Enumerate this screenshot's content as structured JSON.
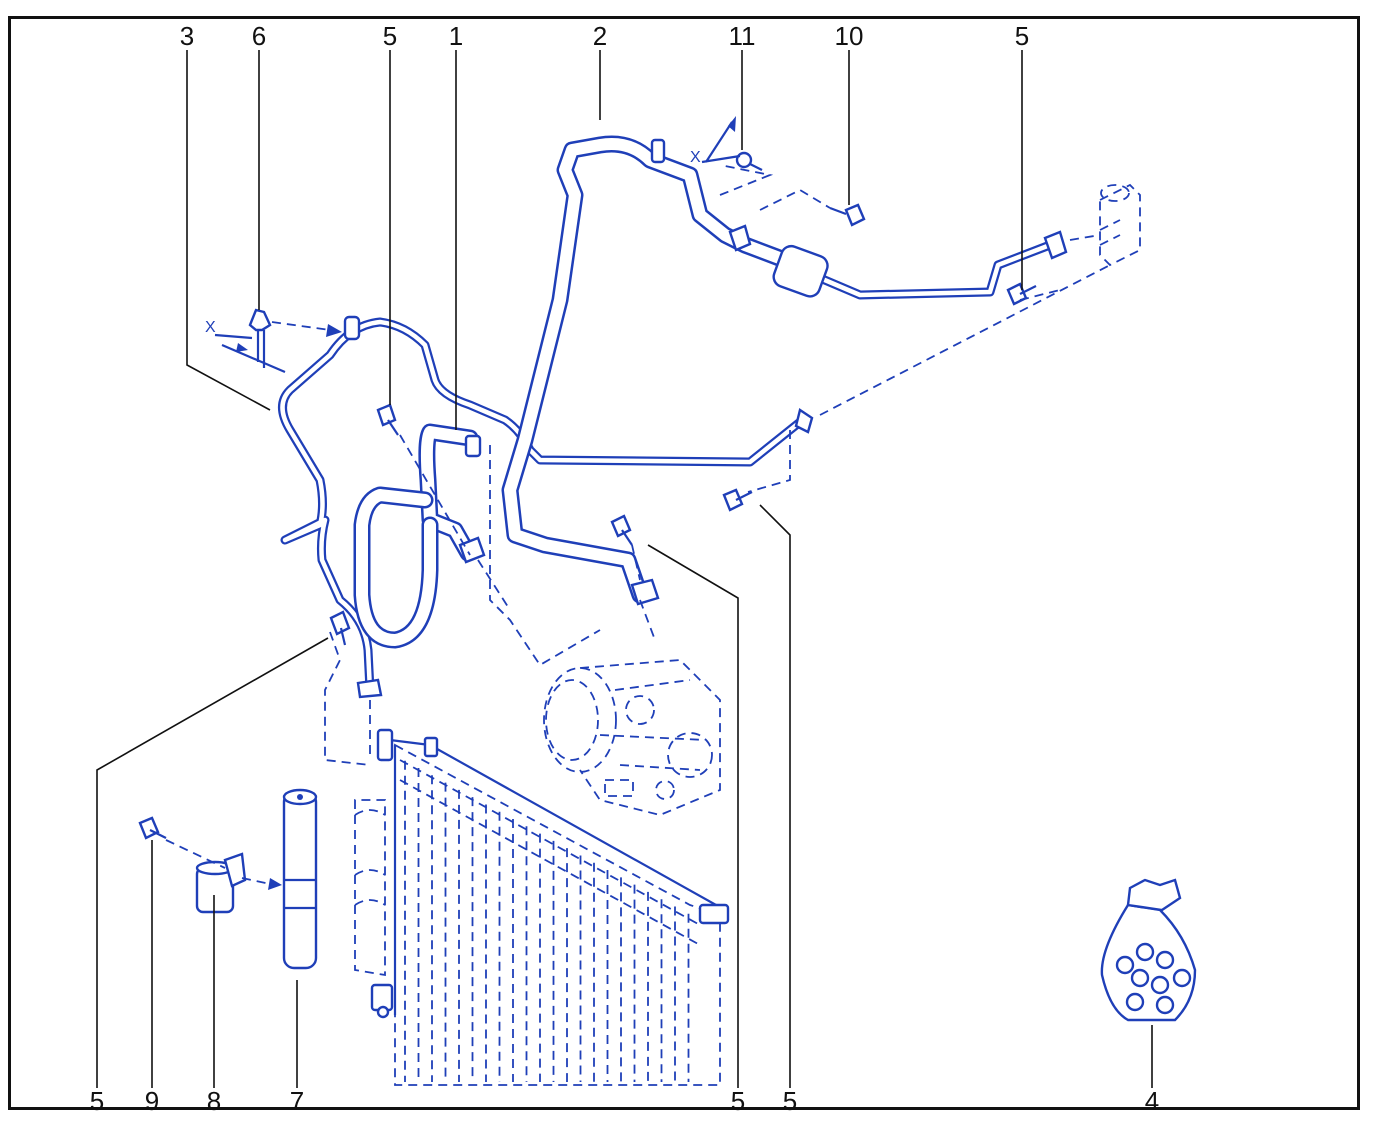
{
  "callouts_top": {
    "c1": "3",
    "c2": "6",
    "c3": "5",
    "c4": "1",
    "c5": "2",
    "c6": "11",
    "c7": "10",
    "c8": "5"
  },
  "callouts_bottom": {
    "c1": "5",
    "c2": "9",
    "c3": "8",
    "c4": "7",
    "c5": "5",
    "c6": "5",
    "c7": "4"
  },
  "markers": {
    "x1": "X",
    "x2": "X"
  },
  "colors": {
    "drawing": "#1f3fb8",
    "leader": "#111111",
    "frame": "#111111"
  }
}
